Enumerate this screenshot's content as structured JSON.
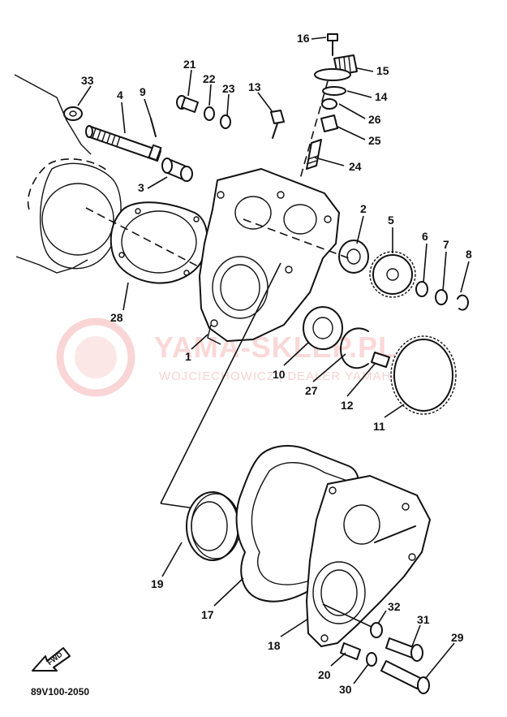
{
  "diagram": {
    "code": "89V100-2050",
    "fwd_label": "FWD",
    "watermark": {
      "title": "YAMA-SKLEP.PL",
      "subtitle": "WOJCIECHOWICZ | DEALER YAMAHA"
    },
    "labels": [
      "16",
      "15",
      "14",
      "21",
      "22",
      "23",
      "13",
      "33",
      "4",
      "9",
      "26",
      "25",
      "24",
      "3",
      "2",
      "5",
      "6",
      "7",
      "8",
      "28",
      "1",
      "10",
      "27",
      "12",
      "11",
      "19",
      "17",
      "18",
      "32",
      "31",
      "29",
      "20",
      "30"
    ]
  }
}
